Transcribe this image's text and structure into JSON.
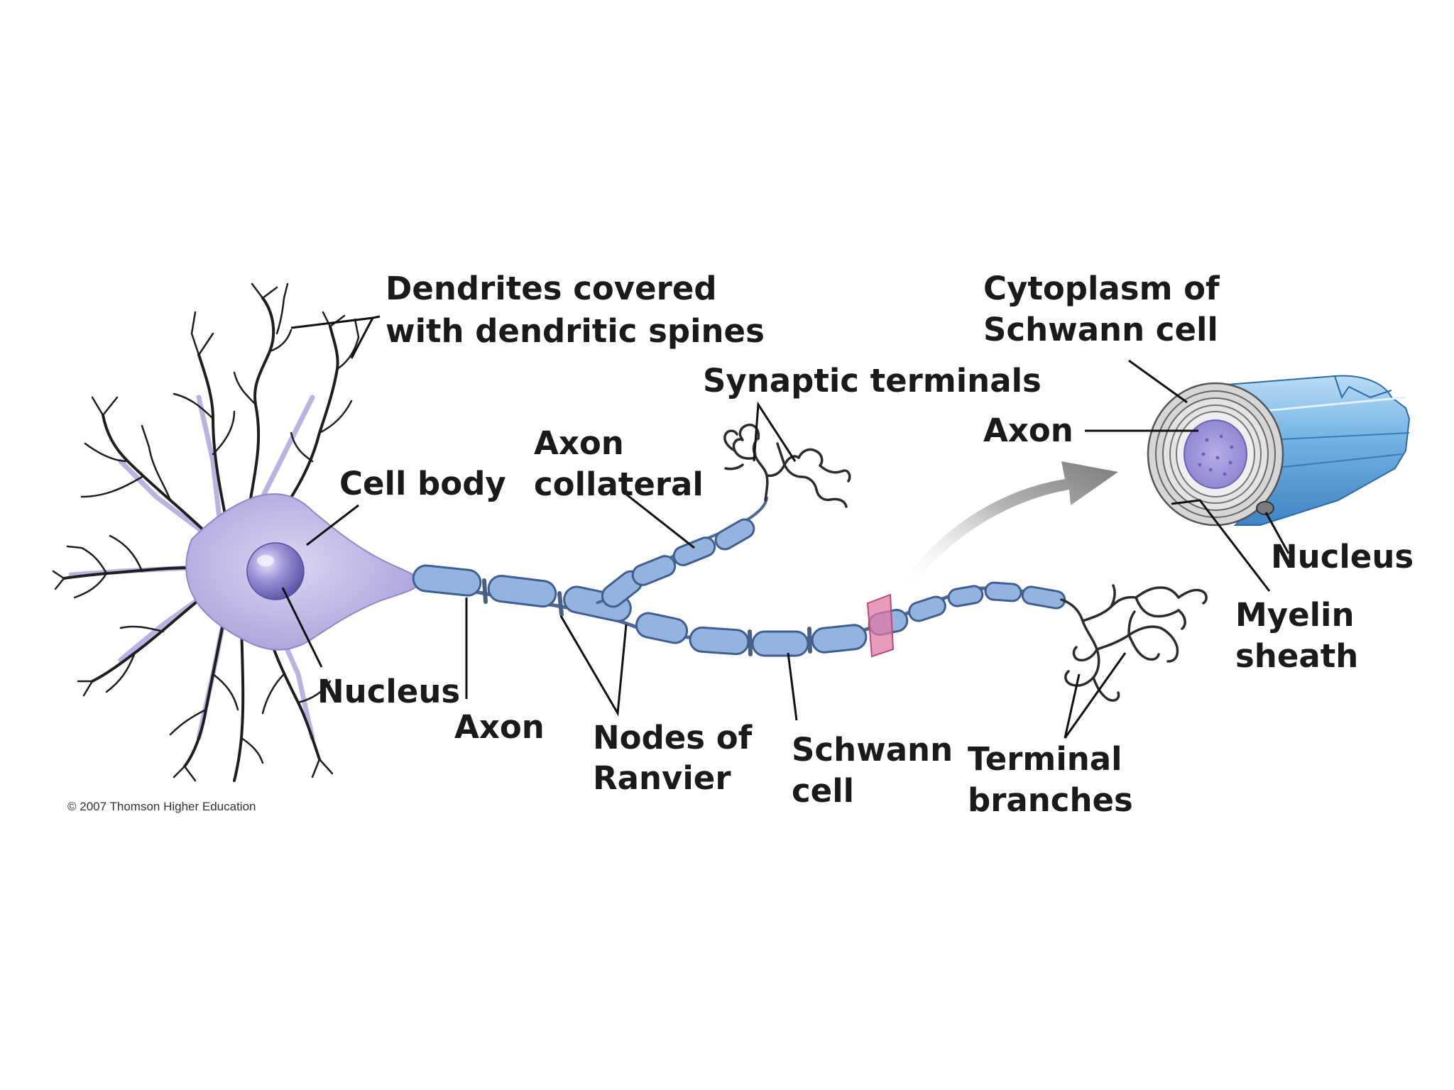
{
  "labels": {
    "dendrites_line1": "Dendrites covered",
    "dendrites_line2": "with dendritic spines",
    "cell_body": "Cell body",
    "nucleus_soma": "Nucleus",
    "axon_main": "Axon",
    "axon_collateral_line1": "Axon",
    "axon_collateral_line2": "collateral",
    "synaptic_terminals": "Synaptic terminals",
    "nodes_line1": "Nodes of",
    "nodes_line2": "Ranvier",
    "schwann_line1": "Schwann",
    "schwann_line2": "cell",
    "terminal_line1": "Terminal",
    "terminal_line2": "branches",
    "cytoplasm_line1": "Cytoplasm of",
    "cytoplasm_line2": "Schwann cell",
    "axon_section": "Axon",
    "nucleus_section": "Nucleus",
    "myelin_line1": "Myelin",
    "myelin_line2": "sheath"
  },
  "copyright": "© 2007 Thomson Higher Education",
  "colors": {
    "cell_body": "#bcb7e6",
    "nucleus": "#8c83cc",
    "myelin_segment": "#93b4df",
    "myelin_outline": "#3f5e91",
    "cut_plane": "#e07aa4",
    "arrow": "#9a9a9a",
    "sheath_layers": "#c9c9c9",
    "axon_core": "#a39ad8"
  }
}
